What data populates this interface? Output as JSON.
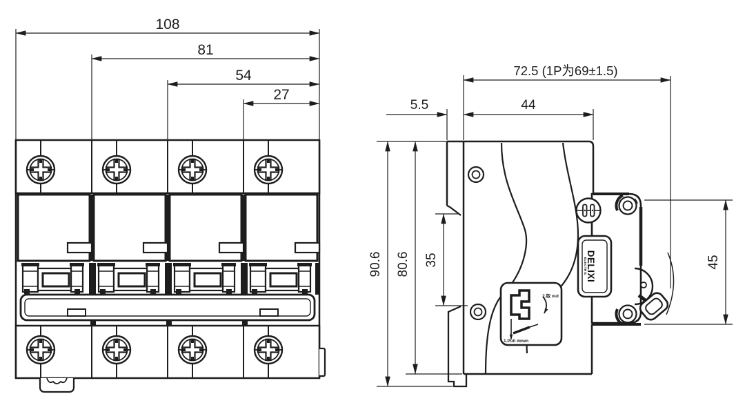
{
  "colors": {
    "line": "#1d1d1d",
    "background": "#ffffff"
  },
  "front_view": {
    "dim_total_width": "108",
    "dim_width_3_poles": "81",
    "dim_width_2_poles": "54",
    "dim_width_1_pole": "27"
  },
  "side_view": {
    "dim_depth_overall": "72.5 (1P为69±1.5)",
    "dim_rail_recess": "5.5",
    "dim_body_depth": "44",
    "dim_height_overall": "90.6",
    "dim_height_body": "80.6",
    "dim_din_channel": "35",
    "dim_terminal_block_height": "45",
    "brand_label": {
      "name": "DELIXI",
      "sub": "ELECTRIC"
    },
    "clip_instruction": {
      "step2": "2.取 out",
      "step1": "1.Pull down"
    }
  }
}
